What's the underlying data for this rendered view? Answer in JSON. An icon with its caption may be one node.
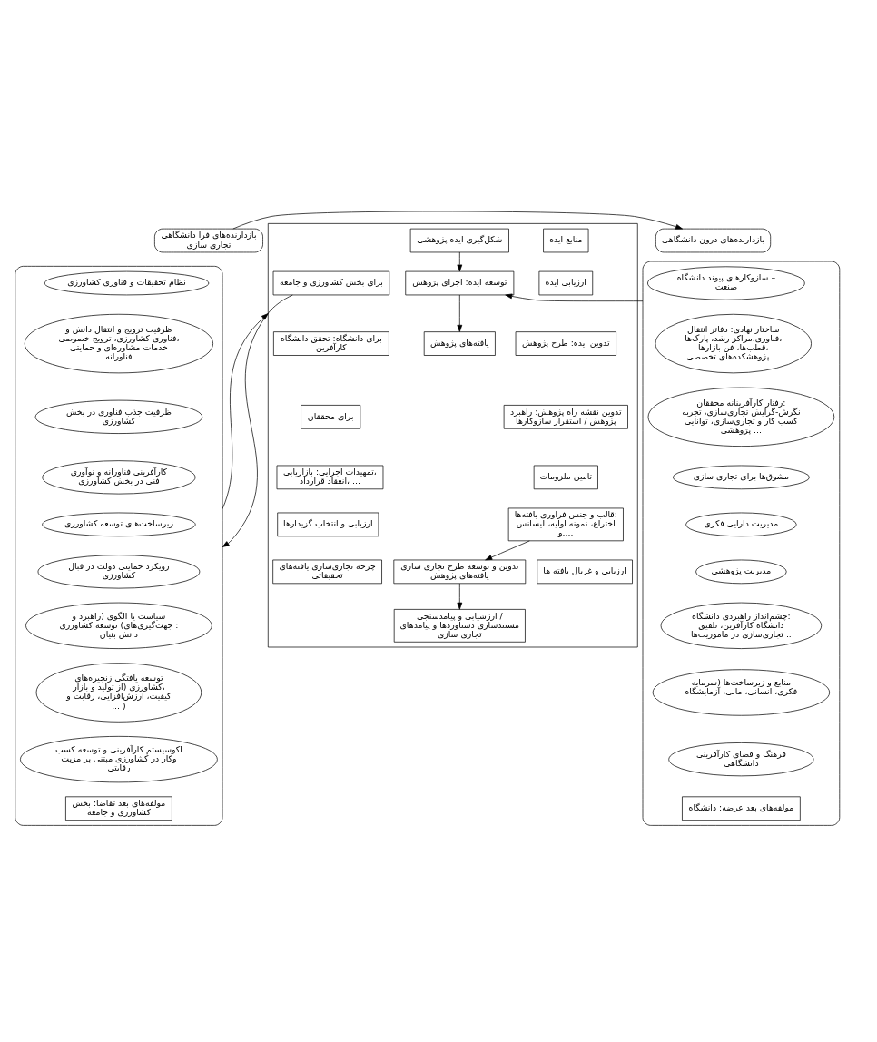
{
  "diagram": {
    "nodes": [
      {
        "text": [
          "بازدارنده‌های فرا دانشگاهی تجاری سازی"
        ]
      },
      {
        "text": [
          "بازدارنده‌های درون دانشگاهی"
        ]
      },
      {
        "text": [],
        "shape": "bracket"
      },
      {
        "text": [
          "نظام تحقیقات و فناوری کشاورزی"
        ],
        "in": 2
      },
      {
        "text": [
          "ظرفیت ترویج و انتقال دانش و فناوری کشاورزی، ترویج خصوصی، خدمات مشاوره‌ای و حمایتی فناورانه"
        ],
        "in": 2
      },
      {
        "text": [
          "ظرفیت جذب فناوری در بخش کشاورزی"
        ],
        "in": 2
      },
      {
        "text": [
          "کارآفرینی فناورانه و نوآوری فنی در بخش کشاورزی"
        ],
        "in": 2
      },
      {
        "text": [
          "زیرساخت‌های توسعه کشاورزی"
        ],
        "in": 2
      },
      {
        "text": [
          "رویکرد حمایتی دولت در قبال کشاورزی"
        ],
        "in": 2
      },
      {
        "text": [
          "سیاست یا الگوی (راهبرد و جهت‌گیری‌های) توسعه کشاورزی : دانش بنیان"
        ],
        "in": 2
      },
      {
        "text": [
          "توسعه یافتگی زنجیره‌های کشاورزی (از تولید و بازار، کیفیت، ارزش‌افزایی، رقابت و ... )"
        ],
        "in": 2
      },
      {
        "text": [
          "اکوسیستم کارآفرینی و توسعه کسب وکار در کشاورزی مبتنی بر مزیت رقابتی"
        ],
        "in": 2
      },
      {
        "text": [
          "مولفه‌های بعد تقاضا: بخش کشاورزی و جامعه"
        ],
        "in": 2
      },
      {
        "text": [],
        "shape": "box"
      },
      {
        "text": [
          "منابع ایده"
        ],
        "in": 13
      },
      {
        "text": [
          "ارزیابی ایده"
        ],
        "in": 13
      },
      {
        "text": [
          "تدوین ایده: طرح پژوهش"
        ],
        "in": 13
      },
      {
        "text": [
          "شکل‌گیری ایده پژوهشی"
        ],
        "in": 13
      },
      {
        "text": [
          "برای بخش کشاورزی و جامعه"
        ],
        "in": 13
      },
      {
        "text": [
          "ارزشیابی و پیامدسنجی / مستندسازی دستاوردها و پیامدهای تجاری سازی"
        ],
        "in": 13
      },
      {
        "text": [
          "برای دانشگاه: تحقق دانشگاه کارآفرین"
        ],
        "in": 13
      },
      {
        "text": [
          "برای محققان"
        ],
        "in": 13
      },
      {
        "text": [
          "تدوین نقشه راه پژوهش: راهبرد پژوهش / استقرار سازوکارها"
        ],
        "in": 13
      },
      {
        "text": [
          "توسعه ایده: اجرای پژوهش"
        ],
        "in": 13
      },
      {
        "text": [
          "تامین ملزومات"
        ],
        "in": 13
      },
      {
        "text": [
          "تمهیدات اجرایی: بازاریابی، انعقاد قرارداد، ..."
        ],
        "in": 13
      },
      {
        "text": [
          "تدوین و توسعه طرح تجاری سازی یافته‌های پژوهش"
        ],
        "in": 13
      },
      {
        "text": [
          "قالب و جنس فراوری یافته‌ها: اختراع، نمونه اولیه، لیسانس و...."
        ],
        "in": 13
      },
      {
        "text": [
          "یافته‌های پژوهش"
        ],
        "in": 13
      },
      {
        "text": [
          "ارزیابی و انتخاب گزیدارها"
        ],
        "in": 13
      },
      {
        "text": [
          "ارزیابی و غربال یافته ها"
        ],
        "in": 13
      },
      {
        "text": [
          "چرخه تجاری‌سازی یافته‌های تحقیقاتی"
        ],
        "in": 13
      },
      {
        "text": [],
        "shape": "bracket"
      },
      {
        "text": [
          "سازوکارهای پیوند دانشگاه – صنعت"
        ],
        "in": 32
      },
      {
        "text": [
          "ساختار نهادی: دفاتر انتقال فناوری،مراکز رشد، پارک‌ها، قطب‌ها، فن بازارها، پژوهشکده‌های تخصصی ..."
        ],
        "in": 32
      },
      {
        "text": [
          "رفتار کارآفرینانه محققان: نگرش-گرایش تجاری‌سازی، تجربه کسب کار و تجاری‌سازی، توانایی پژوهشی ..."
        ],
        "in": 32
      },
      {
        "text": [
          "مشوق‌ها برای تجاری سازی"
        ],
        "in": 32
      },
      {
        "text": [
          "مدیریت دارایی فکری"
        ],
        "in": 32
      },
      {
        "text": [
          "مدیریت پژوهشی"
        ],
        "in": 32
      },
      {
        "text": [
          "چشم‌انداز راهبردی دانشگاه: دانشگاه کارآفرین، تلفیق تجاری‌سازی در ماموریت‌ها .."
        ],
        "in": 32
      },
      {
        "text": [
          "منابع و زیرساخت‌ها (سرمایه فکری، انسانی، مالی، آزمایشگاه ...."
        ],
        "in": 32
      },
      {
        "text": [
          "فرهنگ و فضای کارآفرینی دانشگاهی"
        ],
        "in": 32
      },
      {
        "text": [
          "مولفه‌های بعد عرضه: دانشگاه"
        ],
        "in": 32
      }
    ],
    "edges": [
      {
        "from": 0,
        "to": 1,
        "arrow": "to"
      },
      {
        "from": 17,
        "to": 23,
        "arrow": "to"
      },
      {
        "from": 23,
        "to": 28,
        "arrow": "to"
      },
      {
        "from": 27,
        "to": 26,
        "arrow": "to"
      },
      {
        "from": 26,
        "to": 19,
        "arrow": "to"
      },
      {
        "from": 18,
        "to": 2,
        "arrow": "to"
      },
      {
        "from": 2,
        "to": 13,
        "arrow": "to"
      },
      {
        "from": 32,
        "to": 23,
        "arrow": "to"
      }
    ]
  }
}
